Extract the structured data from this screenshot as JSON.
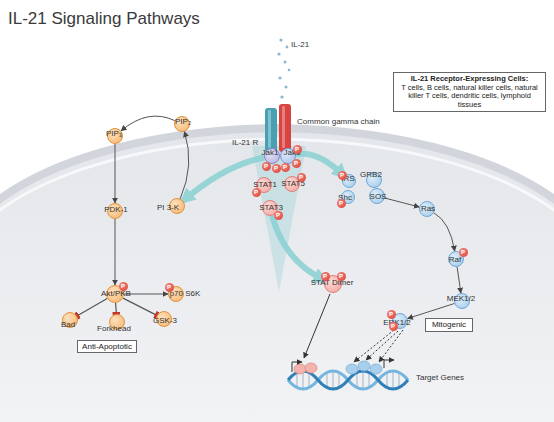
{
  "diagram": {
    "title": "IL-21 Signaling Pathways",
    "nodes": [
      {
        "text": [
          "IL-21 Receptor-Expressing Cells:",
          "T cells, B cells, natural killer cells, natural killer T cells, dendritic cells, lymphoid tissues"
        ]
      },
      {
        "text": [
          "Jak1"
        ]
      },
      {
        "text": [
          "Jak3"
        ]
      },
      {
        "text": [
          "PIP₂"
        ]
      },
      {
        "text": [
          "PIP₃"
        ]
      },
      {
        "text": [
          "PI 3-K"
        ]
      },
      {
        "text": [
          "STAT1"
        ]
      },
      {
        "text": [
          "STAT5"
        ]
      },
      {
        "text": [
          "STAT3"
        ]
      },
      {
        "text": [
          "IRS"
        ]
      },
      {
        "text": [
          "GRB2"
        ]
      },
      {
        "text": [
          "Shc"
        ]
      },
      {
        "text": [
          "SOS"
        ]
      },
      {
        "text": [
          "PDK-1"
        ]
      },
      {
        "text": [
          "Akt/PKB"
        ]
      },
      {
        "text": [
          "p70 S6K"
        ]
      },
      {
        "text": [
          "Ras"
        ]
      },
      {
        "text": [
          "Raf"
        ]
      },
      {
        "text": [
          "STAT Dimer"
        ]
      },
      {
        "text": [
          "MEK1/2"
        ]
      },
      {
        "text": [
          "ERK1/2"
        ]
      },
      {
        "text": [
          "Mitogenic"
        ]
      },
      {
        "text": [
          "Bad"
        ]
      },
      {
        "text": [
          "Forkhead"
        ]
      },
      {
        "text": [
          "GSK-3"
        ]
      },
      {
        "text": [
          "Anti-Apoptotic"
        ]
      }
    ],
    "edges": [
      {
        "from": 3,
        "to": 4,
        "arrow": "to"
      },
      {
        "from": 5,
        "to": 3,
        "arrow": "to"
      },
      {
        "from": 4,
        "to": 13,
        "arrow": "to"
      },
      {
        "from": 13,
        "to": 14,
        "arrow": "to"
      },
      {
        "from": 14,
        "to": 15,
        "arrow": "to"
      },
      {
        "from": 14,
        "to": 22,
        "arrow": "to"
      },
      {
        "from": 14,
        "to": 23,
        "arrow": "to"
      },
      {
        "from": 14,
        "to": 24,
        "arrow": "to"
      },
      {
        "from": 1,
        "to": 5,
        "arrow": "to"
      },
      {
        "from": 2,
        "to": 9,
        "arrow": "to"
      },
      {
        "from": 8,
        "to": 18,
        "arrow": "to"
      },
      {
        "from": 12,
        "to": 16,
        "arrow": "to"
      },
      {
        "from": 16,
        "to": 17,
        "arrow": "to"
      },
      {
        "from": 17,
        "to": 19,
        "arrow": "to"
      },
      {
        "from": 19,
        "to": 20,
        "arrow": "to"
      }
    ],
    "labels": [
      "IL-21",
      "IL-21 R",
      "Common gamma chain",
      "Target Genes",
      "P",
      "P",
      "P",
      "P",
      "P",
      "P",
      "P",
      "P",
      "P",
      "P",
      "P",
      "P",
      "P",
      "P",
      "P",
      "P",
      "P"
    ]
  }
}
